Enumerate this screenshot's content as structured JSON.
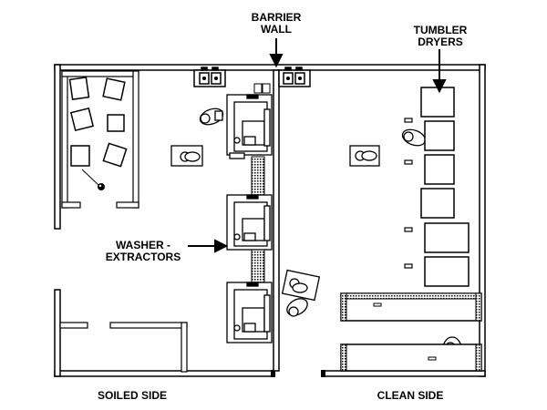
{
  "labels": {
    "barrier_wall": [
      "BARRIER",
      "WALL"
    ],
    "tumbler_dryers": [
      "TUMBLER",
      "DRYERS"
    ],
    "washer_extractors": [
      "WASHER -",
      "EXTRACTORS"
    ],
    "soiled_side": "SOILED SIDE",
    "clean_side": "CLEAN SIDE"
  },
  "colors": {
    "ink": "#000000",
    "wall_fill": "#ffffff",
    "paper": "#ffffff"
  },
  "icons": {
    "operator": "person-top-view-icon",
    "sink": "double-sink-icon",
    "drain": "floor-drain-icon"
  }
}
